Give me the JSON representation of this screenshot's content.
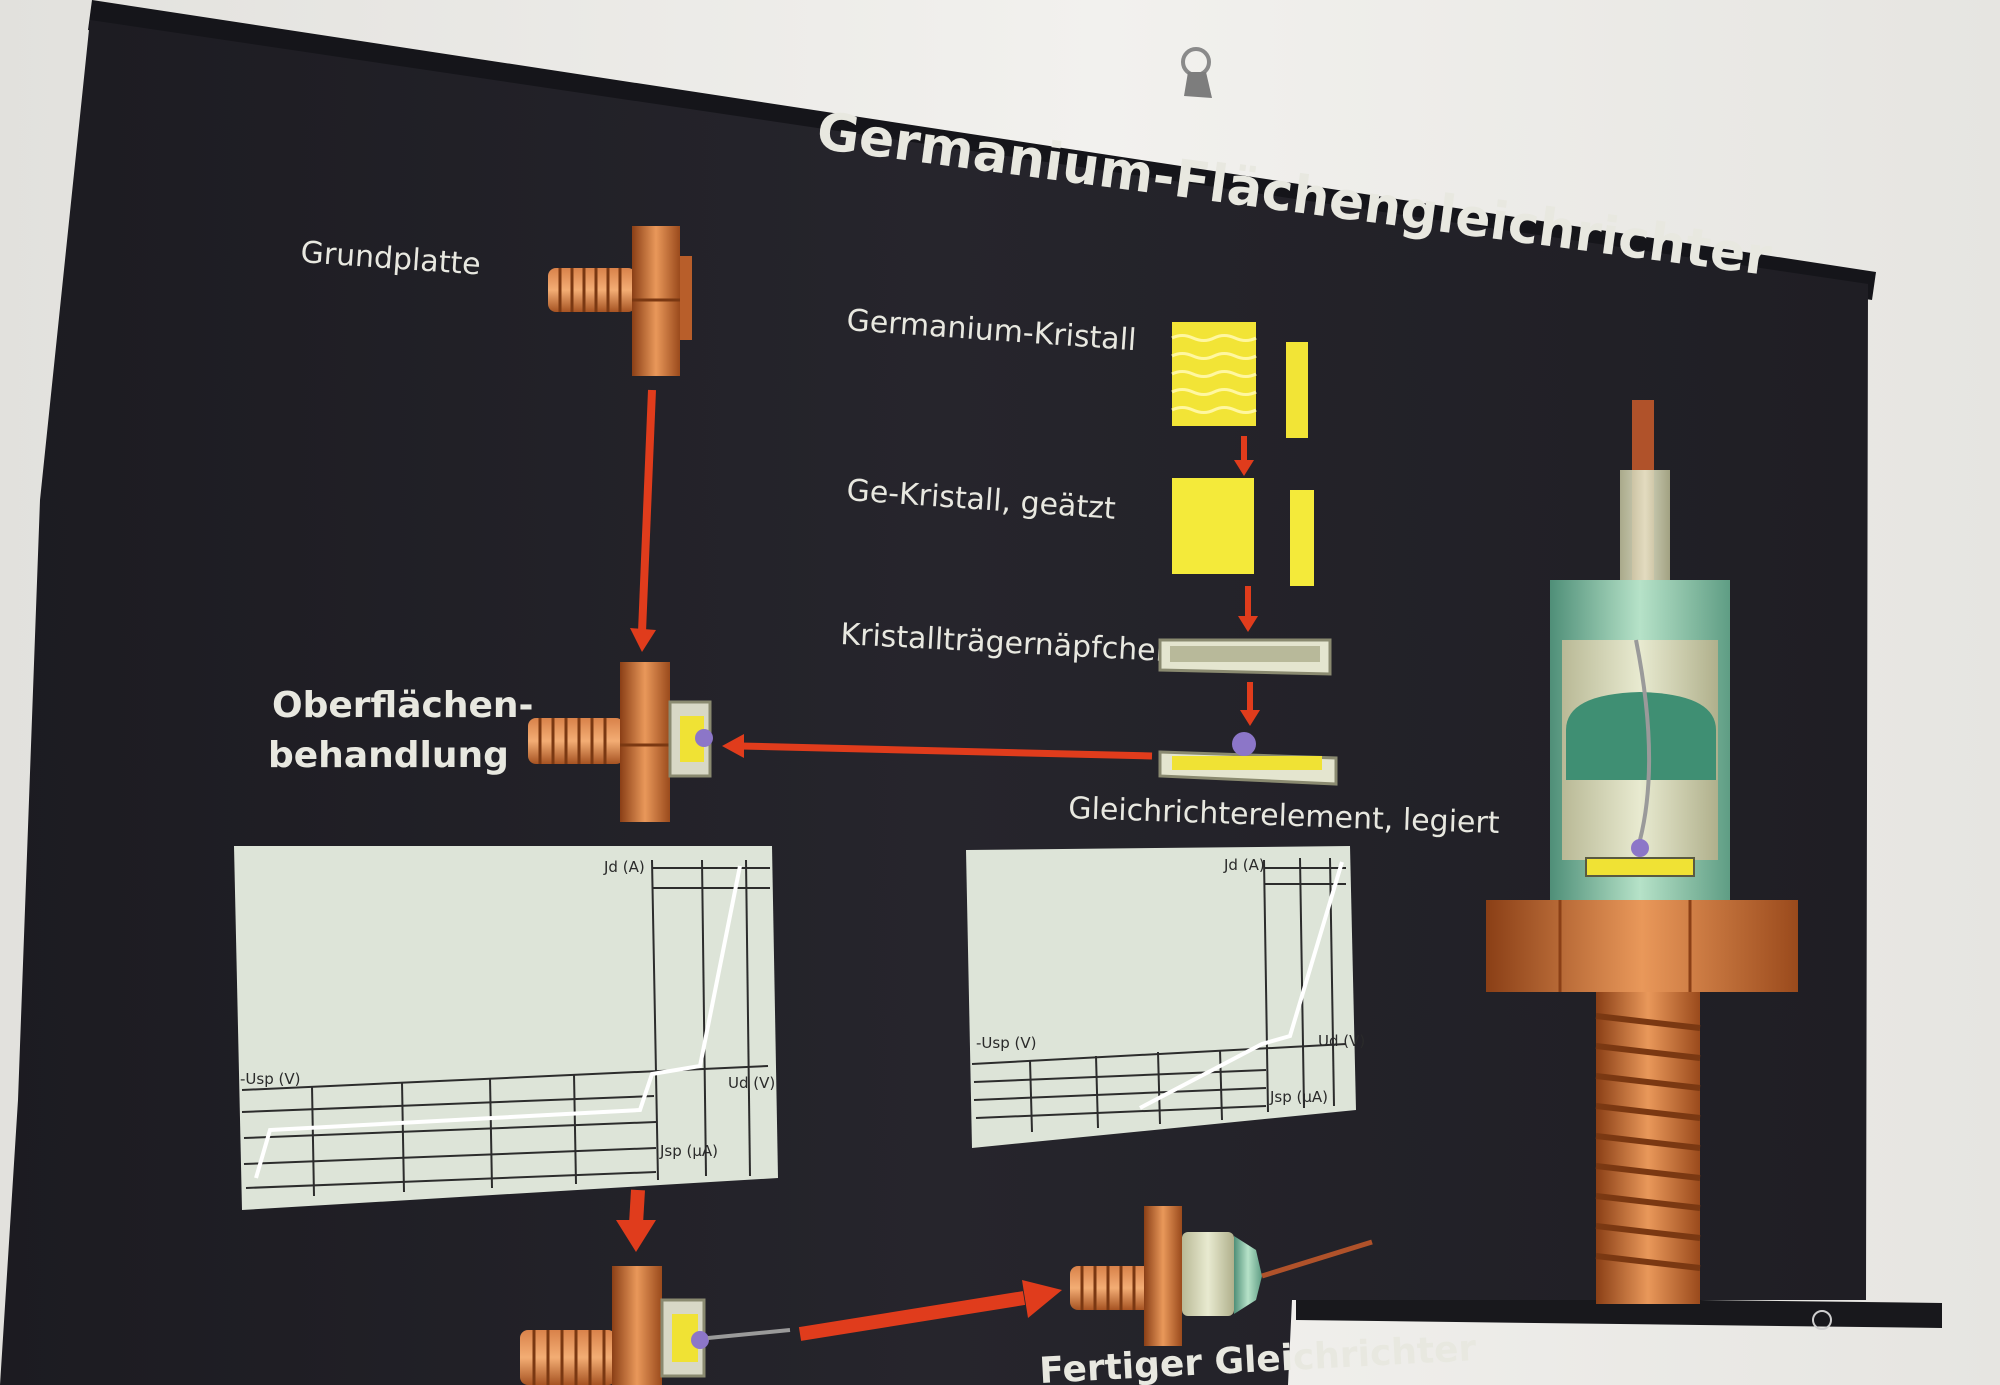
{
  "poster": {
    "title": "Germanium-Flächengleichrichter",
    "labels": {
      "grundplatte": "Grundplatte",
      "kristall": "Germanium-Kristall",
      "kristall_geaetzt": "Ge-Kristall, geätzt",
      "naepfchen": "Kristallträgernäpfchen",
      "oberflaechen_1": "Oberflächen-",
      "oberflaechen_2": "behandlung",
      "element": "Gleichrichterelement, legiert",
      "fertig": "Fertiger Gleichrichter"
    },
    "graph_left": {
      "y_label": "Jd (A)",
      "x_neg_label": "-Usp (V)",
      "x_pos_label": "Ud (V)",
      "y_neg_label": "Jsp (μA)"
    },
    "graph_right": {
      "y_label": "Jd (A)",
      "x_neg_label": "-Usp (V)",
      "x_pos_label": "Ud (V)",
      "y_neg_label": "Jsp (μA)"
    },
    "colors": {
      "poster_bg": "#24232a",
      "arrow": "#e03c1c",
      "copper": "#c96a32",
      "crystal": "#f0e234",
      "glass": "#9ccfb0",
      "graph_bg": "#dce4d7",
      "wall": "#ecebe7"
    }
  }
}
